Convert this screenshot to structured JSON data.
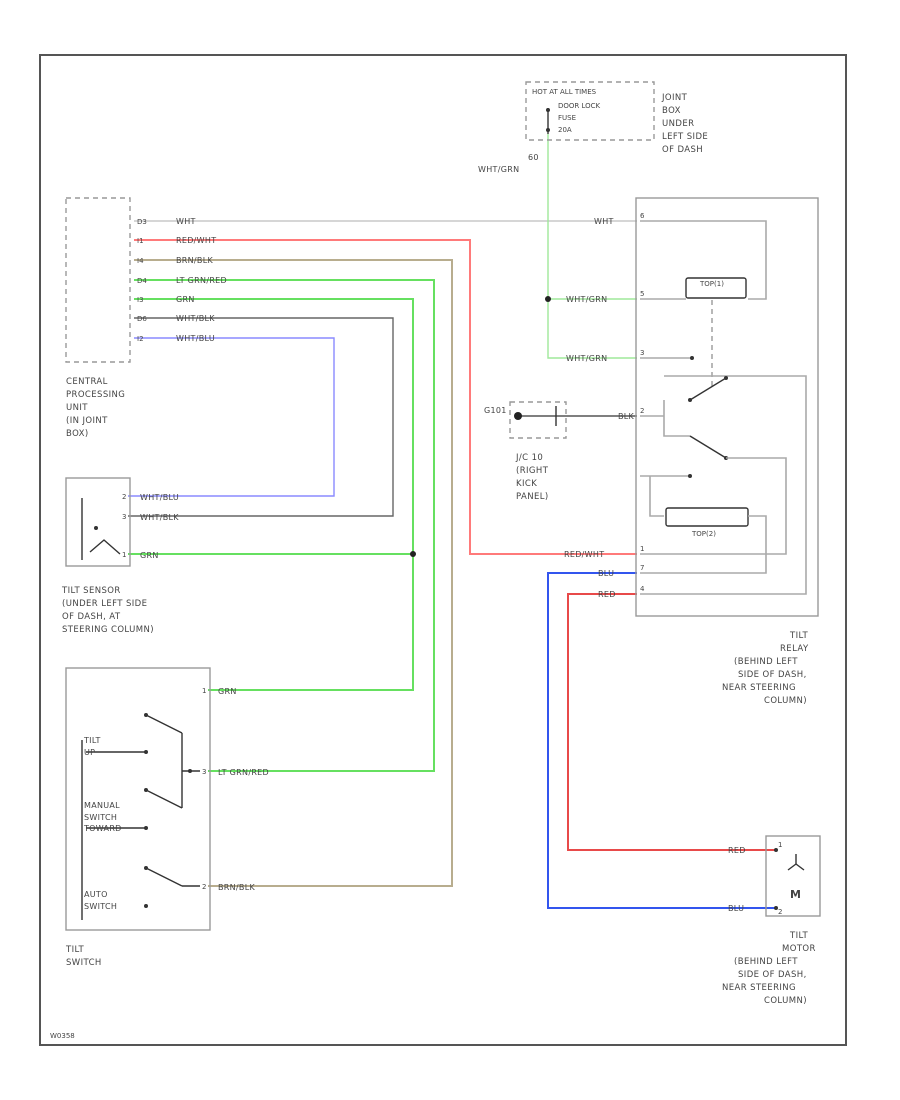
{
  "colors": {
    "red": "#ff7a7a",
    "dark_red": "#e84a4a",
    "blue": "#3355ee",
    "light_blue": "#8a8aff",
    "green": "#66e060",
    "light_green": "#9fe89a",
    "brown": "#b8ad8e",
    "white": "#c8c8c8",
    "wire_dark": "#666666"
  },
  "hot": {
    "lines": [
      "HOT AT ALL TIMES",
      "DOOR LOCK",
      "FUSE",
      "20A"
    ],
    "location": [
      "JOINT",
      "BOX",
      "UNDER",
      "LEFT SIDE",
      "OF DASH"
    ],
    "wire_id": "60",
    "wire_color": "WHT/GRN"
  },
  "cpu": {
    "pins": [
      "D3",
      "I1",
      "I4",
      "D4",
      "I3",
      "D6",
      "I2"
    ],
    "wires": [
      "WHT",
      "RED/WHT",
      "BRN/BLK",
      "LT GRN/RED",
      "GRN",
      "WHT/BLK",
      "WHT/BLU"
    ],
    "caption": [
      "CENTRAL",
      "PROCESSING",
      "UNIT",
      "(IN JOINT",
      "BOX)"
    ]
  },
  "tilt_sensor": {
    "pins": [
      "2",
      "3",
      "1"
    ],
    "wires": [
      "WHT/BLU",
      "WHT/BLK",
      "GRN"
    ],
    "caption": [
      "TILT SENSOR",
      "(UNDER LEFT SIDE",
      "OF DASH, AT",
      "STEERING COLUMN)"
    ]
  },
  "tilt_switch": {
    "pins": [
      "1",
      "3",
      "2"
    ],
    "wires": [
      "GRN",
      "LT GRN/RED",
      "BRN/BLK"
    ],
    "labels": [
      "TILT",
      "UP",
      "MANUAL",
      "SWITCH",
      "TOWARD",
      "AUTO",
      "SWITCH"
    ],
    "caption": [
      "TILT",
      "SWITCH"
    ]
  },
  "relay": {
    "pins": [
      "6",
      "5",
      "3",
      "2",
      "1",
      "7",
      "4"
    ],
    "wires": [
      "WHT",
      "WHT/GRN",
      "WHT/GRN",
      "BLK",
      "RED/WHT",
      "BLU",
      "RED"
    ],
    "coil_labels": [
      "TOP(1)",
      "TOP(2)"
    ],
    "caption": [
      "TILT",
      "RELAY",
      "(BEHIND LEFT",
      "SIDE OF DASH,",
      "NEAR STEERING",
      "COLUMN)"
    ]
  },
  "ground": {
    "label": "G101",
    "caption": [
      "J/C 10",
      "(RIGHT",
      "KICK",
      "PANEL)"
    ]
  },
  "motor": {
    "pins": [
      "1",
      "2"
    ],
    "wires": [
      "RED",
      "BLU"
    ],
    "symbol": "M",
    "caption": [
      "TILT",
      "MOTOR",
      "(BEHIND LEFT",
      "SIDE OF DASH,",
      "NEAR STEERING",
      "COLUMN)"
    ]
  },
  "footer_code": "W0358"
}
